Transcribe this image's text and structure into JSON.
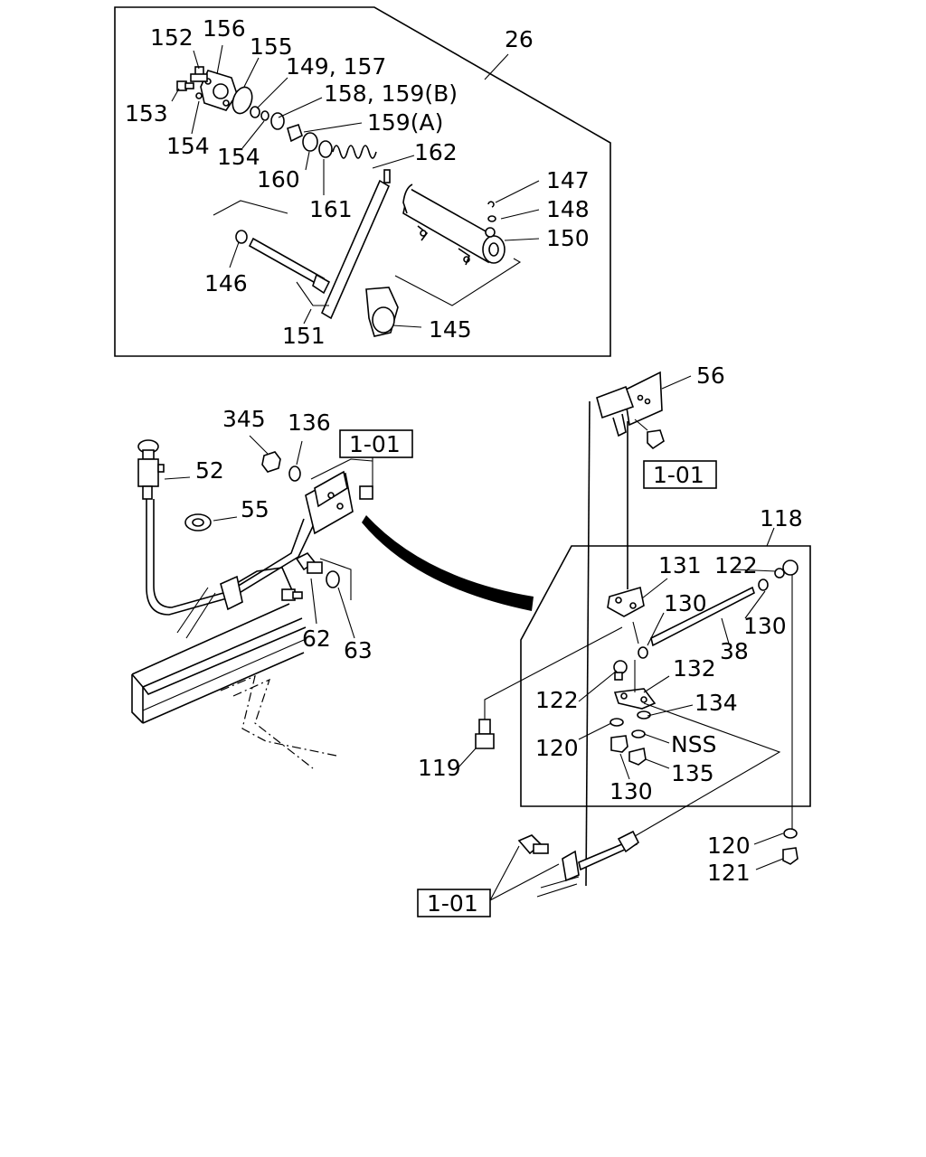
{
  "labels": {
    "l26": "26",
    "l152": "152",
    "l156": "156",
    "l155": "155",
    "l149_157": "149, 157",
    "l158_159b": "158, 159(B)",
    "l159a": "159(A)",
    "l153": "153",
    "l154a": "154",
    "l154b": "154",
    "l162": "162",
    "l160": "160",
    "l161": "161",
    "l147": "147",
    "l148": "148",
    "l150": "150",
    "l146": "146",
    "l151": "151",
    "l145": "145",
    "l56": "56",
    "l345": "345",
    "l136": "136",
    "l52": "52",
    "l55": "55",
    "l62": "62",
    "l63": "63",
    "l118": "118",
    "l131": "131",
    "l122a": "122",
    "l122b": "122",
    "l130a": "130",
    "l130b": "130",
    "l130c": "130",
    "l38": "38",
    "l132": "132",
    "l134": "134",
    "l120a": "120",
    "l120b": "120",
    "lnss": "NSS",
    "l135": "135",
    "l119": "119",
    "l121": "121"
  },
  "references": {
    "ref_a": "1-01",
    "ref_b": "1-01",
    "ref_c": "1-01"
  }
}
